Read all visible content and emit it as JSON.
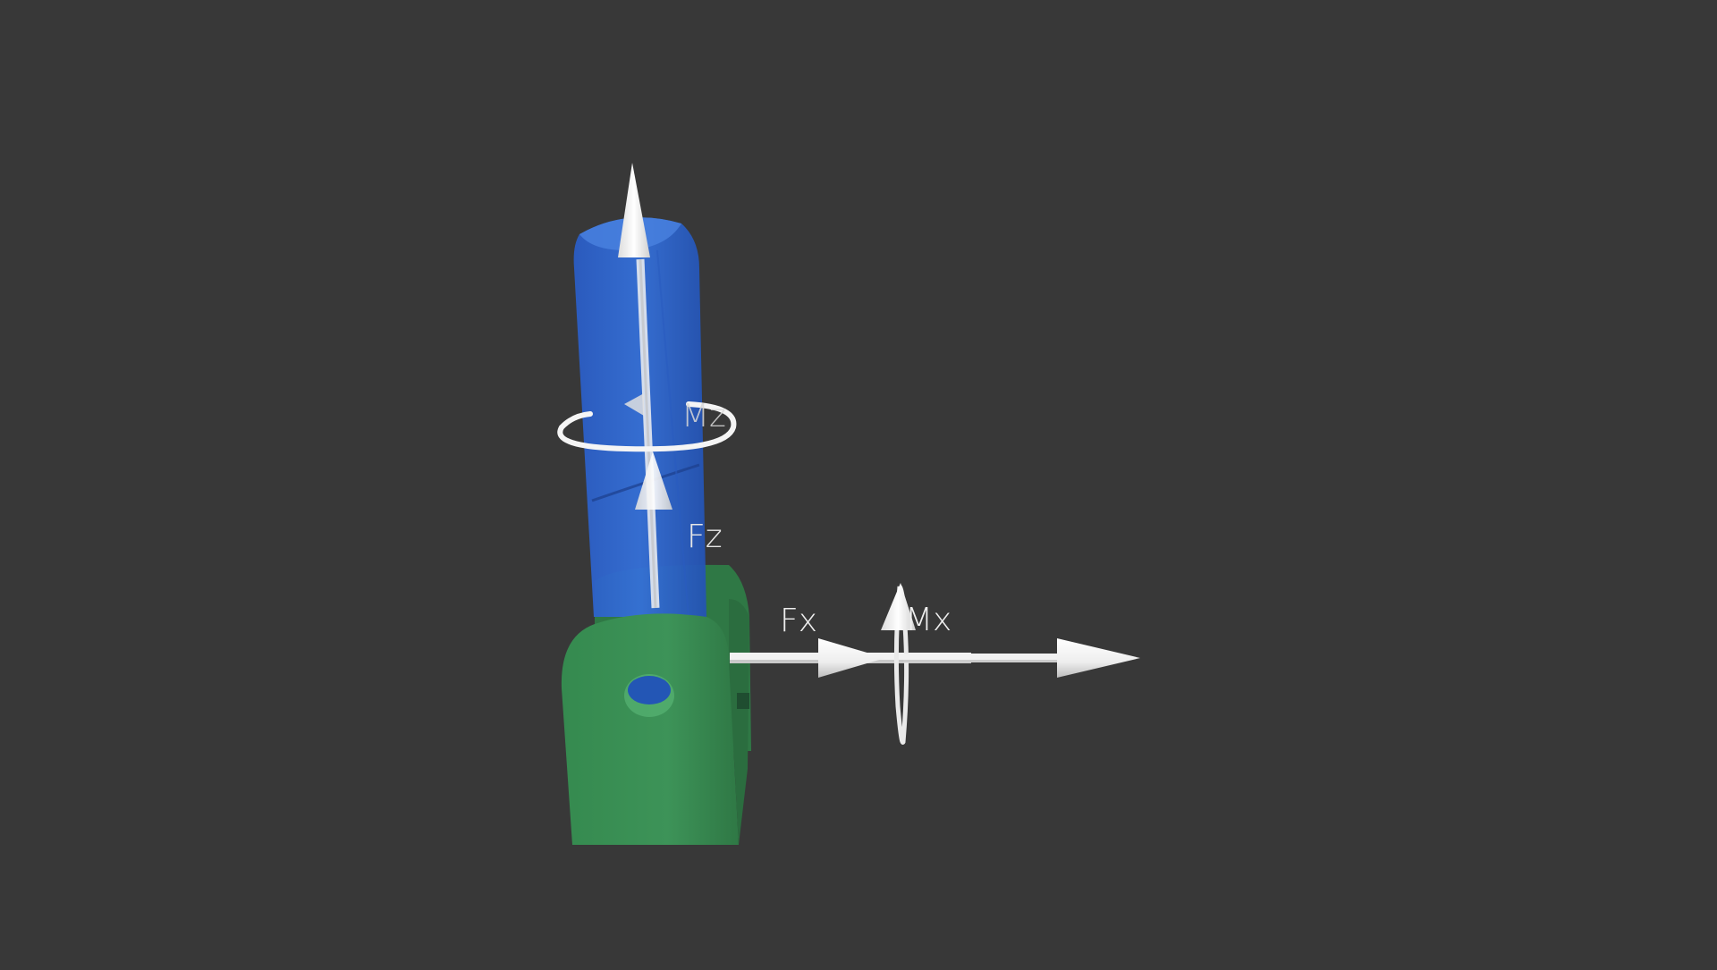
{
  "scene": {
    "background": "#383838",
    "colors": {
      "link_blue": "#2f63c9",
      "link_blue_dark": "#1f4aa3",
      "bracket_green": "#3a8a55",
      "bracket_green_dark": "#2d6f43",
      "arrow_white": "#f2f2f2"
    },
    "labels": {
      "mz": "Mz",
      "fz": "Fz",
      "fx": "Fx",
      "mx": "Mx"
    },
    "icons": {
      "moment_z": "rotation-arrow-icon",
      "moment_x": "rotation-arrow-icon",
      "force": "arrow-icon"
    }
  }
}
